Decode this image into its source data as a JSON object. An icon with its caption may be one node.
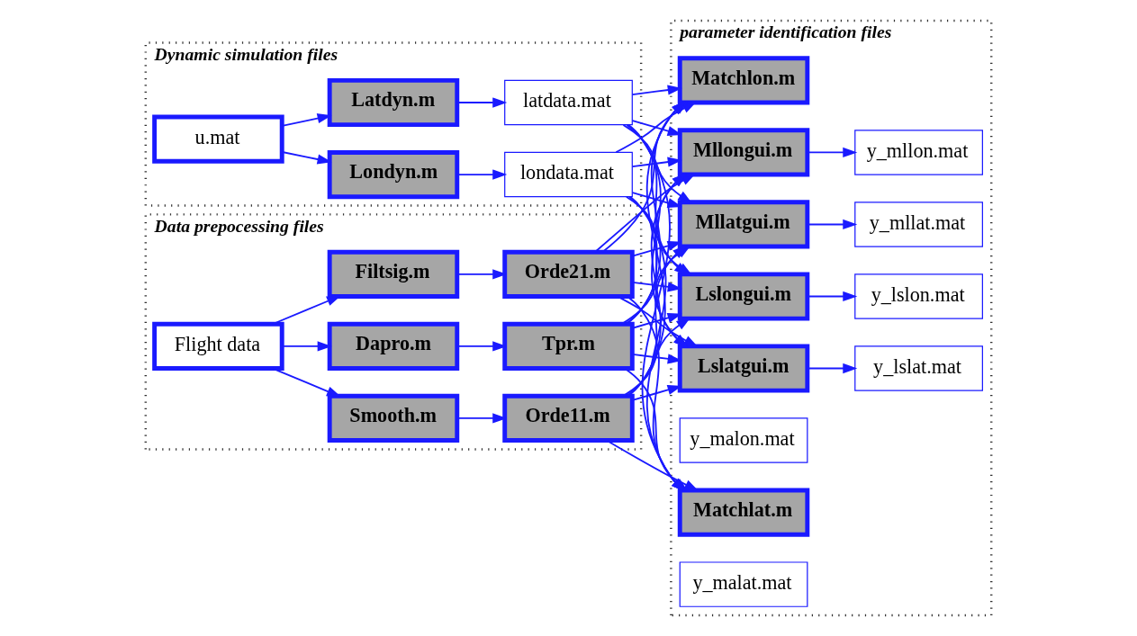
{
  "diagram": {
    "nodes": [
      {
        "text": [
          "Dynamic simulation files"
        ]
      },
      {
        "text": [
          "u.mat"
        ],
        "in": 0
      },
      {
        "text": [
          "Londyn.m"
        ],
        "in": 0
      },
      {
        "text": [
          "Latdyn.m"
        ],
        "in": 0
      },
      {
        "text": [
          "londata.mat"
        ],
        "in": 0
      },
      {
        "text": [
          "latdata.mat"
        ],
        "in": 0
      },
      {
        "text": [
          "Data prepocessing files"
        ]
      },
      {
        "text": [
          "Flight data"
        ],
        "in": 6
      },
      {
        "text": [
          "Dapro.m"
        ],
        "in": 6
      },
      {
        "text": [
          "Filtsig.m"
        ],
        "in": 6
      },
      {
        "text": [
          "Smooth.m"
        ],
        "in": 6
      },
      {
        "text": [
          "Tpr.m"
        ],
        "in": 6
      },
      {
        "text": [
          "Orde21.m"
        ],
        "in": 6
      },
      {
        "text": [
          "Orde11.m"
        ],
        "in": 6
      },
      {
        "text": [
          "parameter identification files"
        ]
      },
      {
        "text": [
          "Lslongui.m"
        ],
        "in": 14
      },
      {
        "text": [
          "y_lslon.mat"
        ],
        "in": 14
      },
      {
        "text": [
          "Lslatgui.m"
        ],
        "in": 14
      },
      {
        "text": [
          "y_lslat.mat"
        ],
        "in": 14
      },
      {
        "text": [
          "Mllongui.m"
        ],
        "in": 14
      },
      {
        "text": [
          "y_mllon.mat"
        ],
        "in": 14
      },
      {
        "text": [
          "Mllatgui.m"
        ],
        "in": 14
      },
      {
        "text": [
          "y_mllat.mat"
        ],
        "in": 14
      },
      {
        "text": [
          "Matchlon.m"
        ],
        "in": 14
      },
      {
        "text": [
          "y_malon.mat"
        ],
        "in": 14
      },
      {
        "text": [
          "Matchlat.m"
        ],
        "in": 14
      },
      {
        "text": [
          "y_malat.mat"
        ],
        "in": 14
      }
    ],
    "edges": [
      {
        "from": 1,
        "to": 2,
        "arrow": "to"
      },
      {
        "from": 1,
        "to": 3,
        "arrow": "to"
      },
      {
        "from": 2,
        "to": 4,
        "arrow": "to"
      },
      {
        "from": 3,
        "to": 5,
        "arrow": "to"
      },
      {
        "from": 7,
        "to": 8,
        "arrow": "to"
      },
      {
        "from": 7,
        "to": 9,
        "arrow": "to"
      },
      {
        "from": 7,
        "to": 10,
        "arrow": "to"
      },
      {
        "from": 8,
        "to": 11,
        "arrow": "to"
      },
      {
        "from": 9,
        "to": 12,
        "arrow": "to"
      },
      {
        "from": 10,
        "to": 13,
        "arrow": "to"
      },
      {
        "from": 4,
        "to": 15,
        "arrow": "to"
      },
      {
        "from": 4,
        "to": 17,
        "arrow": "to"
      },
      {
        "from": 4,
        "to": 19,
        "arrow": "to"
      },
      {
        "from": 4,
        "to": 21,
        "arrow": "to"
      },
      {
        "from": 4,
        "to": 23,
        "arrow": "to"
      },
      {
        "from": 4,
        "to": 25,
        "arrow": "to"
      },
      {
        "from": 5,
        "to": 15,
        "arrow": "to"
      },
      {
        "from": 5,
        "to": 17,
        "arrow": "to"
      },
      {
        "from": 5,
        "to": 19,
        "arrow": "to"
      },
      {
        "from": 5,
        "to": 21,
        "arrow": "to"
      },
      {
        "from": 5,
        "to": 23,
        "arrow": "to"
      },
      {
        "from": 5,
        "to": 25,
        "arrow": "to"
      },
      {
        "from": 11,
        "to": 15,
        "arrow": "to"
      },
      {
        "from": 11,
        "to": 17,
        "arrow": "to"
      },
      {
        "from": 11,
        "to": 19,
        "arrow": "to"
      },
      {
        "from": 11,
        "to": 21,
        "arrow": "to"
      },
      {
        "from": 11,
        "to": 23,
        "arrow": "to"
      },
      {
        "from": 11,
        "to": 25,
        "arrow": "to"
      },
      {
        "from": 12,
        "to": 15,
        "arrow": "to"
      },
      {
        "from": 12,
        "to": 17,
        "arrow": "to"
      },
      {
        "from": 12,
        "to": 19,
        "arrow": "to"
      },
      {
        "from": 12,
        "to": 21,
        "arrow": "to"
      },
      {
        "from": 12,
        "to": 23,
        "arrow": "to"
      },
      {
        "from": 12,
        "to": 25,
        "arrow": "to"
      },
      {
        "from": 13,
        "to": 15,
        "arrow": "to"
      },
      {
        "from": 13,
        "to": 17,
        "arrow": "to"
      },
      {
        "from": 13,
        "to": 19,
        "arrow": "to"
      },
      {
        "from": 13,
        "to": 21,
        "arrow": "to"
      },
      {
        "from": 13,
        "to": 23,
        "arrow": "to"
      },
      {
        "from": 13,
        "to": 25,
        "arrow": "to"
      },
      {
        "from": 15,
        "to": 16,
        "arrow": "to"
      },
      {
        "from": 17,
        "to": 18,
        "arrow": "to"
      },
      {
        "from": 19,
        "to": 20,
        "arrow": "to"
      },
      {
        "from": 21,
        "to": 22,
        "arrow": "to"
      }
    ]
  }
}
